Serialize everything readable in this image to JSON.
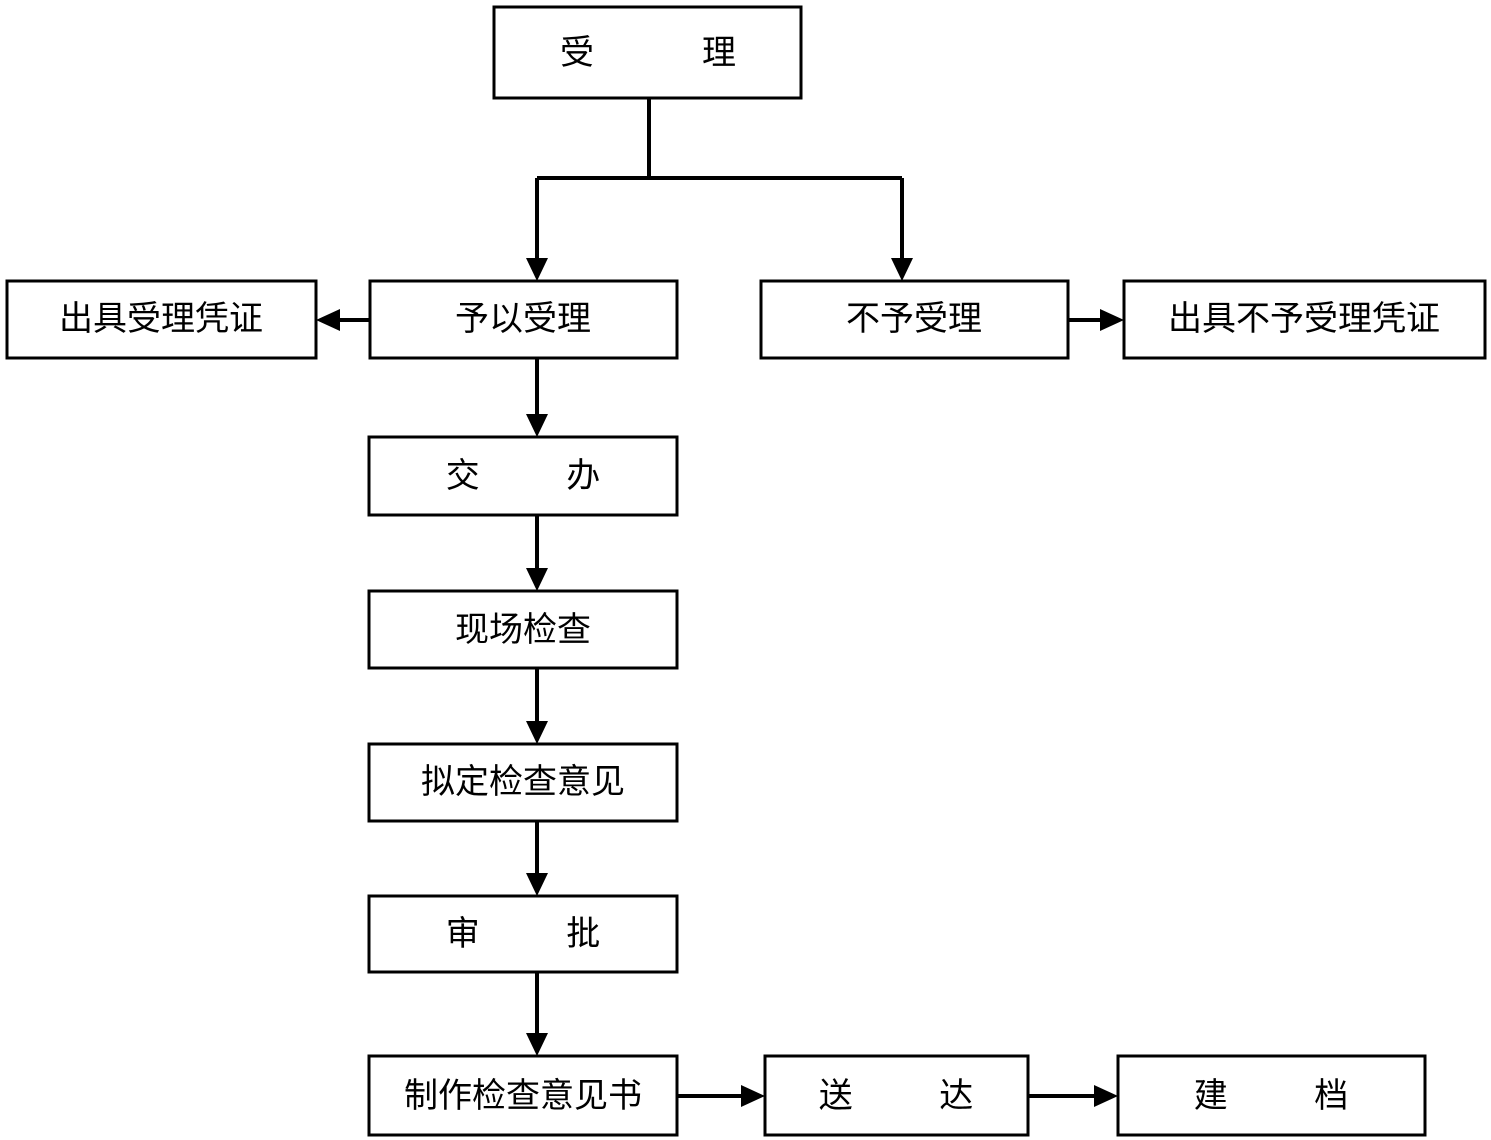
{
  "nodes": {
    "accept": {
      "label": "受          理"
    },
    "grant_accept": {
      "label": "予以受理"
    },
    "issue_accept_cert": {
      "label": "出具受理凭证"
    },
    "reject": {
      "label": "不予受理"
    },
    "issue_reject_cert": {
      "label": "出具不予受理凭证"
    },
    "assign": {
      "label": "交        办"
    },
    "site_inspection": {
      "label": "现场检查"
    },
    "draft_opinion": {
      "label": "拟定检查意见"
    },
    "approve": {
      "label": "审        批"
    },
    "make_opinion_doc": {
      "label": "制作检查意见书"
    },
    "deliver": {
      "label": "送        达"
    },
    "archive": {
      "label": "建        档"
    }
  },
  "edges": [
    {
      "from": "accept",
      "to": "grant_accept"
    },
    {
      "from": "accept",
      "to": "reject"
    },
    {
      "from": "grant_accept",
      "to": "issue_accept_cert"
    },
    {
      "from": "reject",
      "to": "issue_reject_cert"
    },
    {
      "from": "grant_accept",
      "to": "assign"
    },
    {
      "from": "assign",
      "to": "site_inspection"
    },
    {
      "from": "site_inspection",
      "to": "draft_opinion"
    },
    {
      "from": "draft_opinion",
      "to": "approve"
    },
    {
      "from": "approve",
      "to": "make_opinion_doc"
    },
    {
      "from": "make_opinion_doc",
      "to": "deliver"
    },
    {
      "from": "deliver",
      "to": "archive"
    }
  ]
}
